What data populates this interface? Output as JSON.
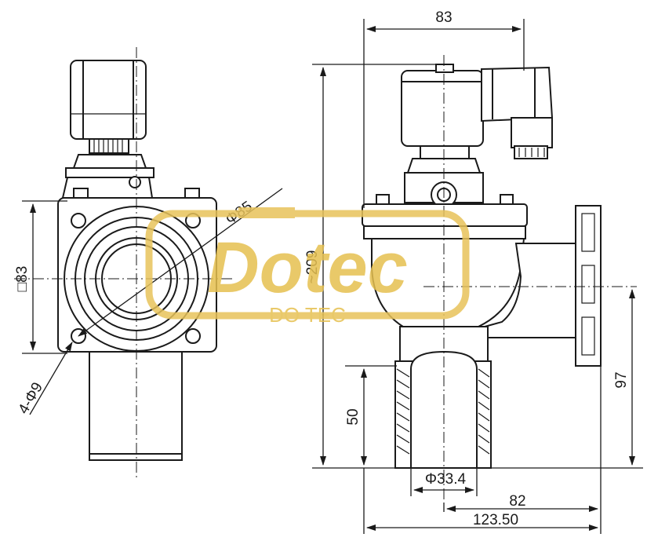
{
  "dimensions": {
    "top_width": "83",
    "overall_height": "~209",
    "flange_square": "□83",
    "flange_diameter": "Φ85",
    "bolt_holes": "4-Φ9",
    "outlet_length": "50",
    "outlet_height": "97",
    "outlet_diameter": "Φ33.4",
    "outlet_offset": "82",
    "overall_width": "123.50"
  },
  "watermark": {
    "logo_text": "Dotec",
    "sub_text": "DO TEC",
    "color": "#e8c35a"
  }
}
